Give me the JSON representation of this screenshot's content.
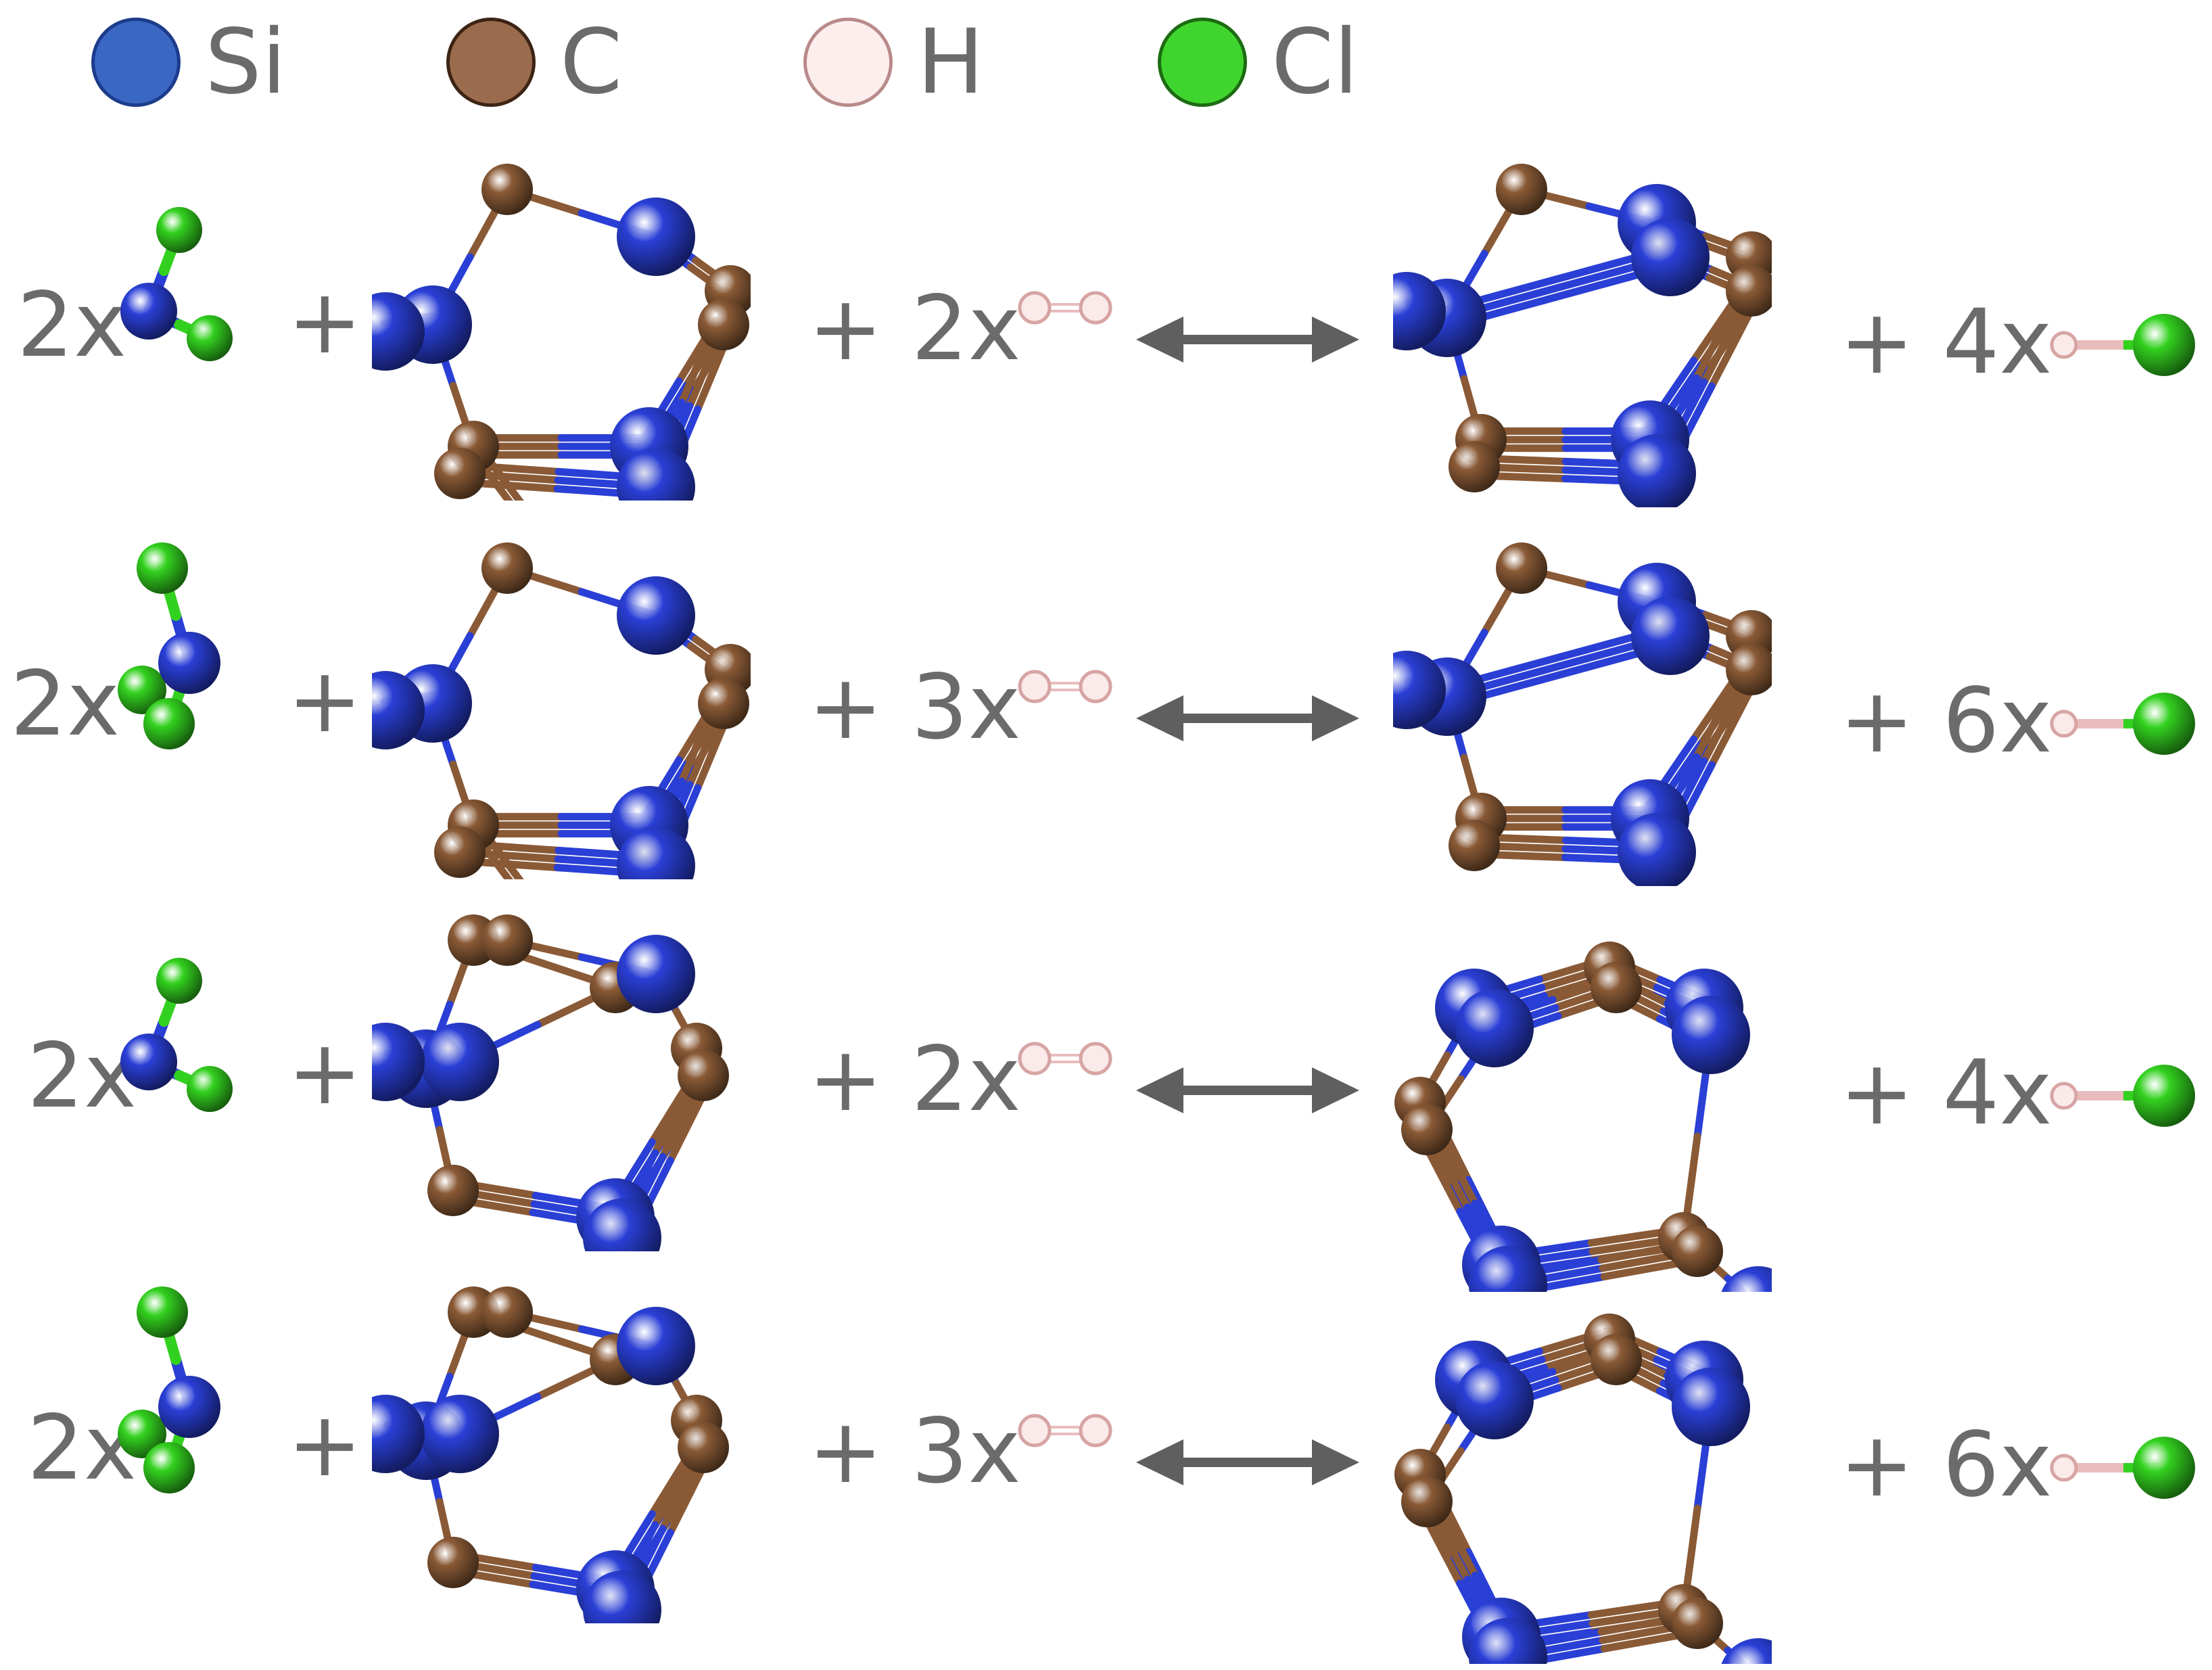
{
  "legend": [
    {
      "symbol": "Si",
      "color": "#3a66c4"
    },
    {
      "symbol": "C",
      "color": "#9b6b4d"
    },
    {
      "symbol": "H",
      "color": "#fdeeee"
    },
    {
      "symbol": "Cl",
      "color": "#3fd52e"
    }
  ],
  "colors": {
    "si": "#2a3fd6",
    "c": "#8a5a36",
    "h": "#f5d6d6",
    "cl": "#33d11f",
    "arrow": "#5f5f5f",
    "text": "#6b6b6b"
  },
  "rows": [
    {
      "reactant_coef": "2x",
      "plus": "+",
      "h2_coef": "+ 2x",
      "hcl_coef": "+ 4x",
      "precursor": "SiH2Cl2",
      "surface": "A"
    },
    {
      "reactant_coef": "2x",
      "plus": "+",
      "h2_coef": "+ 3x",
      "hcl_coef": "+ 6x",
      "precursor": "SiHCl3",
      "surface": "A"
    },
    {
      "reactant_coef": "2x",
      "plus": "+",
      "h2_coef": "+ 2x",
      "hcl_coef": "+ 4x",
      "precursor": "SiH2Cl2",
      "surface": "B"
    },
    {
      "reactant_coef": "2x",
      "plus": "+",
      "h2_coef": "+ 3x",
      "hcl_coef": "+ 6x",
      "precursor": "SiHCl3",
      "surface": "B"
    }
  ],
  "icons": {
    "arrow": "double-headed-arrow-icon",
    "h2": "h2-molecule-icon",
    "hcl": "hcl-molecule-icon"
  }
}
